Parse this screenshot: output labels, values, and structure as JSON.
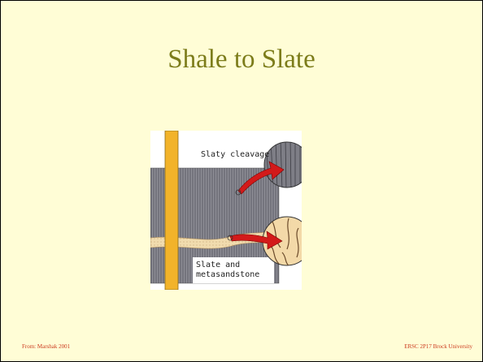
{
  "slide": {
    "title": "Shale to Slate",
    "footer_left": "From: Marshak 2001",
    "footer_right": "ERSC 2P17  Brock University",
    "colors": {
      "background": "#fffdd6",
      "title": "#7c7c1a",
      "footer": "#cc3a1e"
    }
  },
  "figure": {
    "label_cleavage": "Slaty cleavage",
    "label_rock_line1": "Slate and",
    "label_rock_line2": "metasandstone"
  }
}
